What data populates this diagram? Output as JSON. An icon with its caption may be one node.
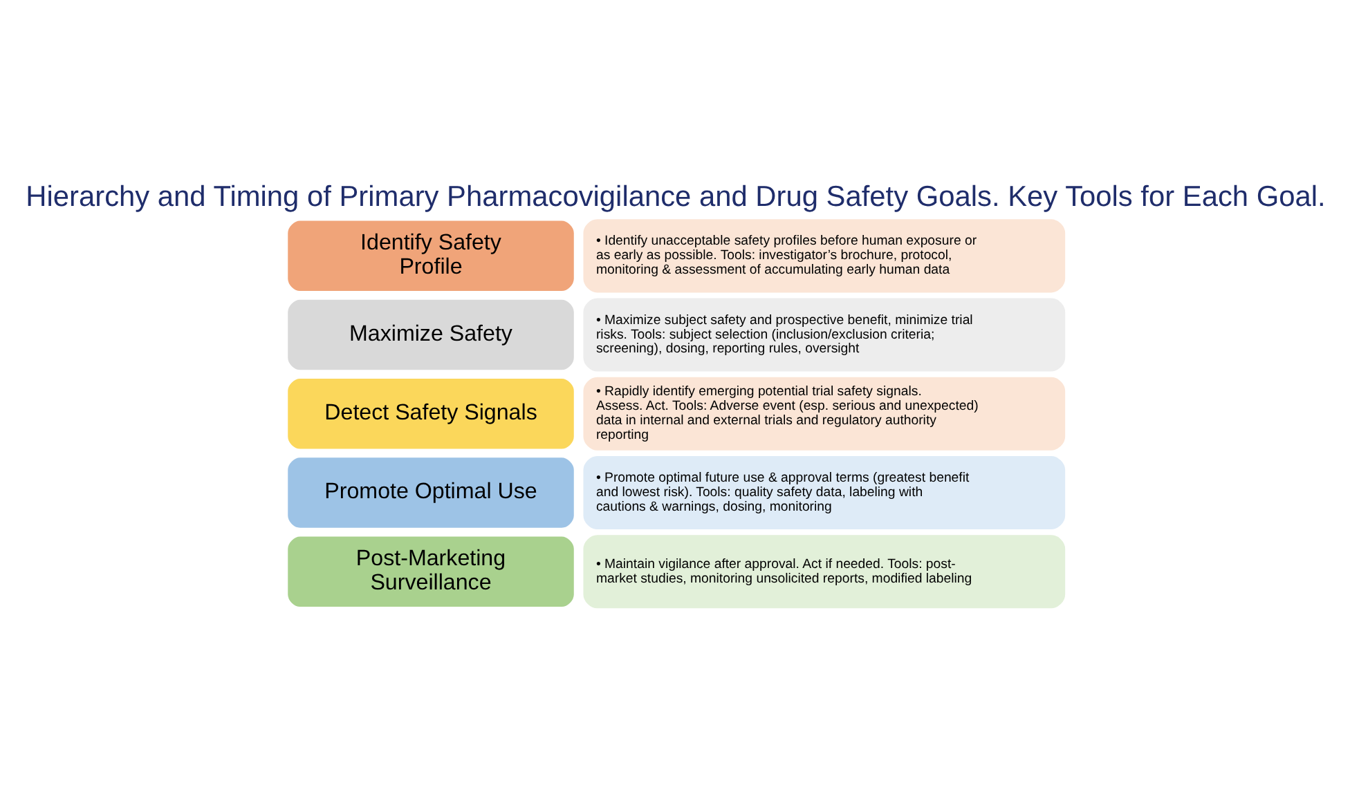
{
  "diagram": {
    "title": "Hierarchy and Timing of Primary Pharmacovigilance and Drug Safety Goals. Key Tools for Each Goal.",
    "nodes": [
      {
        "text": [
          "Identify Safety Profile"
        ]
      },
      {
        "text": [
          "Maximize Safety"
        ]
      },
      {
        "text": [
          "Detect Safety Signals"
        ]
      },
      {
        "text": [
          "Promote Optimal Use"
        ]
      },
      {
        "text": [
          "Post-Marketing Surveillance"
        ]
      },
      {
        "text": [
          "• Identify unacceptable safety profiles before human exposure or as early as possible. Tools: investigator’s brochure, protocol, monitoring & assessment of accumulating early human data"
        ]
      },
      {
        "text": [
          "• Maximize subject safety and prospective benefit, minimize trial risks. Tools: subject selection (inclusion/exclusion criteria; screening), dosing, reporting rules, oversight"
        ]
      },
      {
        "text": [
          "• Rapidly identify emerging potential trial safety signals. Assess. Act. Tools: Adverse event (esp. serious and unexpected) data in internal and external trials and regulatory authority reporting"
        ]
      },
      {
        "text": [
          "• Promote optimal future use & approval terms (greatest benefit and lowest risk). Tools: quality safety data, labeling with cautions & warnings, dosing, monitoring"
        ]
      },
      {
        "text": [
          "• Maintain vigilance after approval. Act if needed. Tools: post-market studies, monitoring unsolicited reports, modified labeling"
        ]
      }
    ],
    "edges": []
  }
}
